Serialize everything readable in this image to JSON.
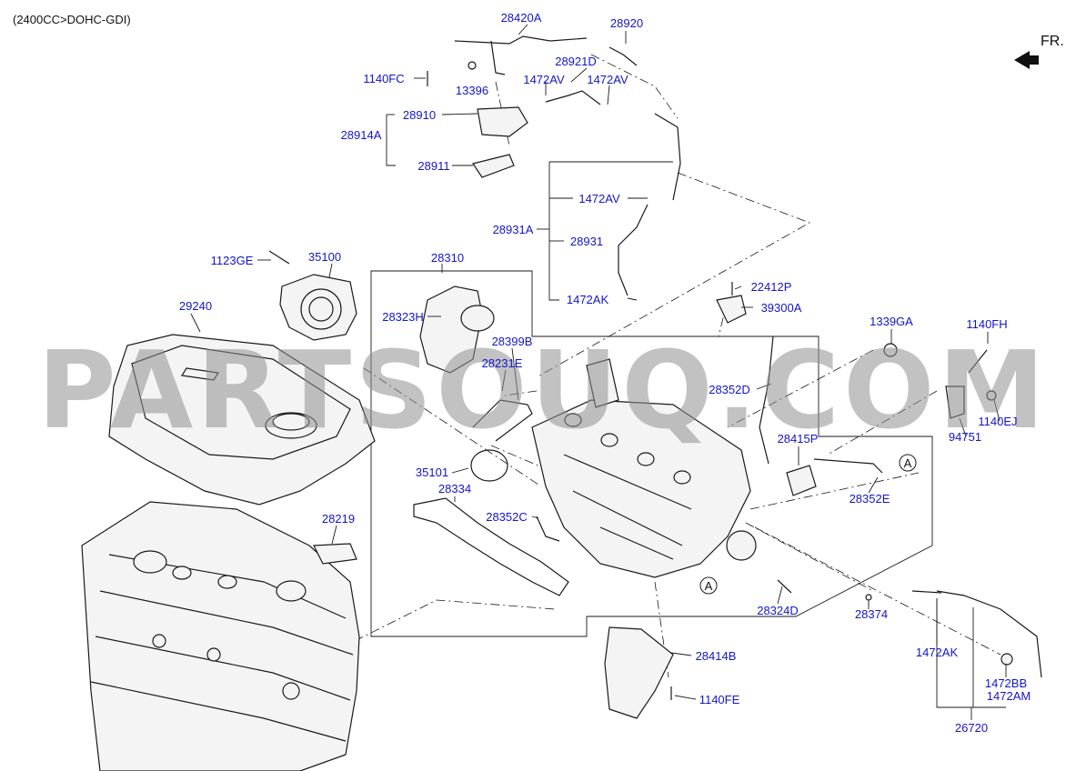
{
  "header": {
    "variant_label": "(2400CC>DOHC-GDI)",
    "orientation_label": "FR."
  },
  "watermark": {
    "text": "PARTSOUQ.COM",
    "color": "#8f8f8f"
  },
  "colors": {
    "part_number": "#1515c8",
    "line": "#1a1a1a"
  },
  "callouts": {
    "circle_a": "A",
    "circle_a2": "A"
  },
  "parts": {
    "p28420A": "28420A",
    "p28920": "28920",
    "p28921D": "28921D",
    "p1140FC": "1140FC",
    "p13396": "13396",
    "p1472AV_a": "1472AV",
    "p1472AV_b": "1472AV",
    "p28910": "28910",
    "p28914A": "28914A",
    "p28911": "28911",
    "p1472AV_c": "1472AV",
    "p28931A": "28931A",
    "p28931": "28931",
    "p1472AK_a": "1472AK",
    "p1123GE": "1123GE",
    "p35100": "35100",
    "p28310": "28310",
    "p22412P": "22412P",
    "p39300A": "39300A",
    "p29240": "29240",
    "p28323H": "28323H",
    "p1339GA": "1339GA",
    "p1140FH": "1140FH",
    "p28399B": "28399B",
    "p28231E": "28231E",
    "p28352D": "28352D",
    "p1140EJ": "1140EJ",
    "p94751": "94751",
    "p28415P": "28415P",
    "p35101": "35101",
    "p28334": "28334",
    "p28352E": "28352E",
    "p28352C": "28352C",
    "p28219": "28219",
    "p28324D": "28324D",
    "p28374": "28374",
    "p1472AK_b": "1472AK",
    "p28414B": "28414B",
    "p1472BB": "1472BB",
    "p1472AM": "1472AM",
    "p1140FE": "1140FE",
    "p26720": "26720"
  }
}
